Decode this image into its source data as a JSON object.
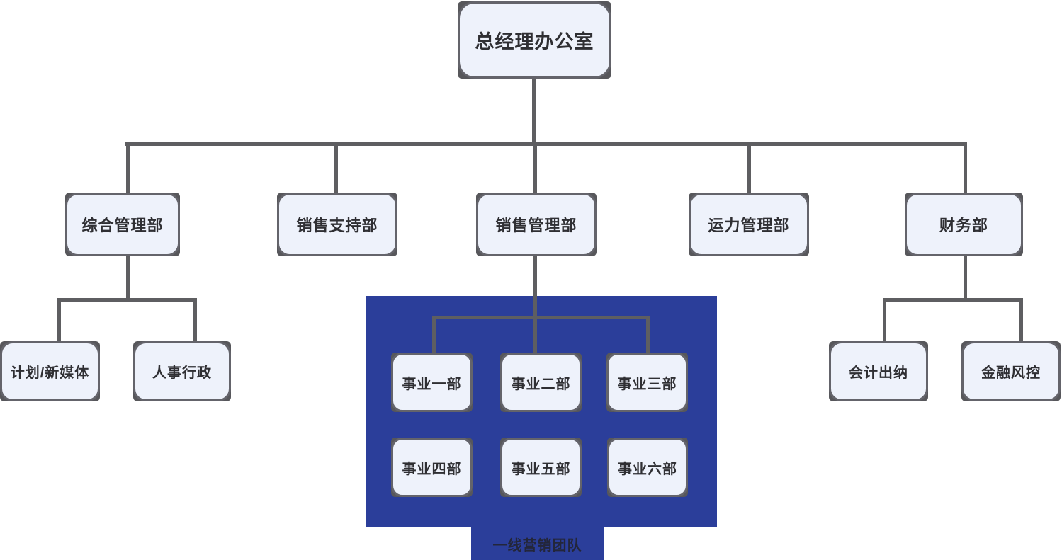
{
  "diagram_type": "org-chart",
  "org_chart": {
    "root": {
      "label": "总经理办公室"
    },
    "departments": [
      {
        "label": "综合管理部",
        "children": [
          {
            "label": "计划/新媒体"
          },
          {
            "label": "人事行政"
          }
        ]
      },
      {
        "label": "销售支持部"
      },
      {
        "label": "销售管理部",
        "group_label": "一线营销团队",
        "children": [
          {
            "label": "事业一部"
          },
          {
            "label": "事业二部"
          },
          {
            "label": "事业三部"
          },
          {
            "label": "事业四部"
          },
          {
            "label": "事业五部"
          },
          {
            "label": "事业六部"
          }
        ]
      },
      {
        "label": "运力管理部"
      },
      {
        "label": "财务部",
        "children": [
          {
            "label": "会计出纳"
          },
          {
            "label": "金融风控"
          }
        ]
      }
    ]
  },
  "colors": {
    "highlight_bg": "#2b3e9a",
    "node_fill": "#eef2fb",
    "node_border": "#64646b",
    "node_shadow": "#57575b",
    "connector": "#5e5e61",
    "node_text": "#2f2f33",
    "group_label_text": "#23263a",
    "canvas_bg": "#ffffff"
  }
}
